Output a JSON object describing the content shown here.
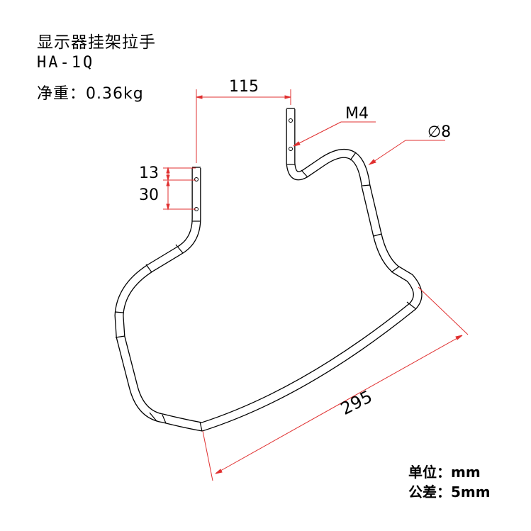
{
  "header": {
    "title": "显示器挂架拉手",
    "model": "HA-1Q",
    "weight": "净重：0.36kg"
  },
  "dimensions": {
    "width_115": "115",
    "hole_spacing_13": "13",
    "hole_spacing_30": "30",
    "thread_m4": "M4",
    "diameter_symbol": "∅",
    "diameter_value": "8",
    "length_295": "295"
  },
  "footer": {
    "unit": "单位：mm",
    "tolerance": "公差：5mm"
  },
  "colors": {
    "dimension_line": "#e03030",
    "part_outline": "#000000"
  }
}
